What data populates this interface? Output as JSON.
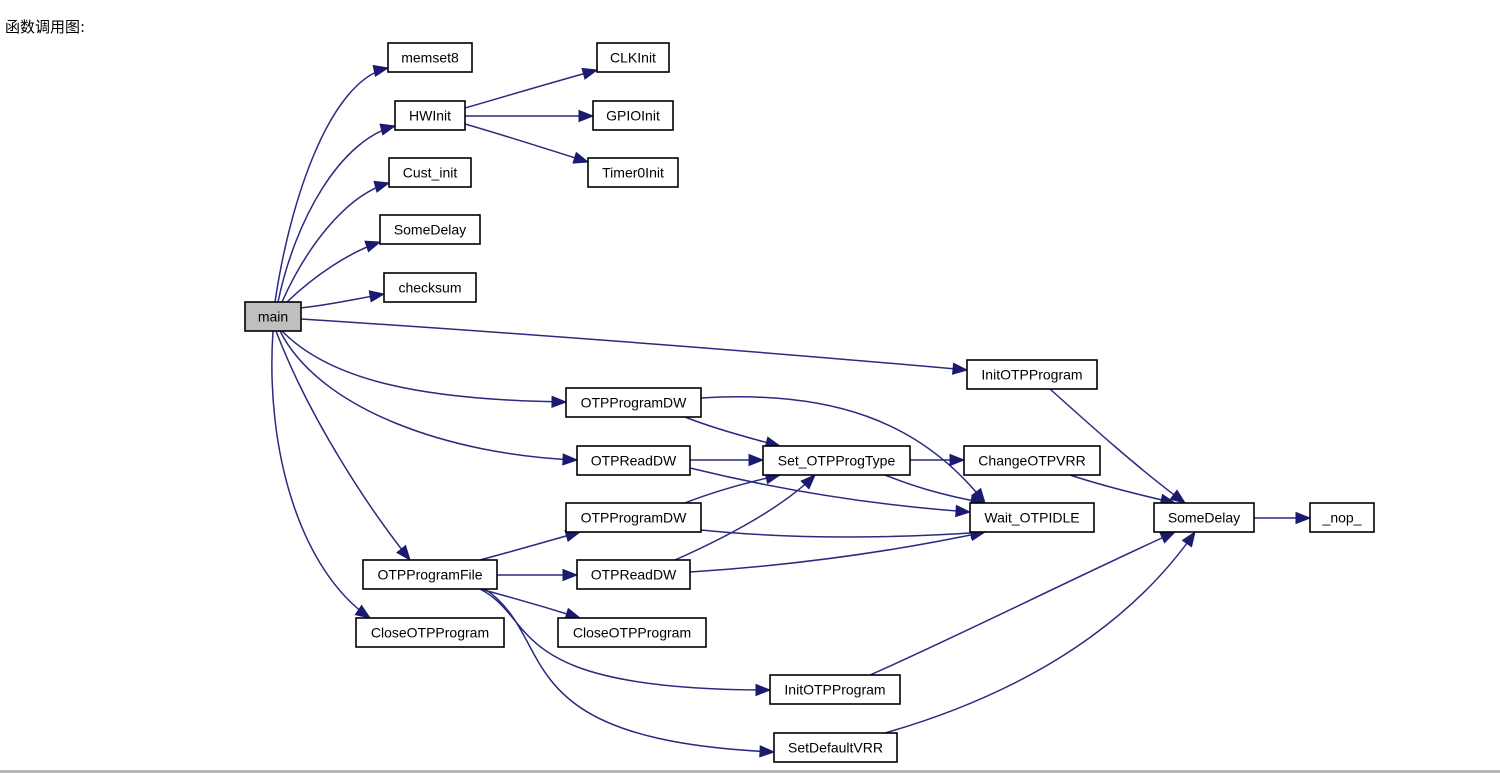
{
  "page": {
    "heading": "函数调用图:"
  },
  "colors": {
    "edge": "#2a2a80",
    "arrow": "#1a1a70",
    "root_fill": "#bfbfbf",
    "node_fill": "#ffffff"
  },
  "graph": {
    "nodes": [
      {
        "id": "main",
        "label": "main",
        "root": true
      },
      {
        "id": "memset8",
        "label": "memset8"
      },
      {
        "id": "hwinit",
        "label": "HWInit"
      },
      {
        "id": "custinit",
        "label": "Cust_init"
      },
      {
        "id": "somedelay1",
        "label": "SomeDelay"
      },
      {
        "id": "checksum",
        "label": "checksum"
      },
      {
        "id": "clkinit",
        "label": "CLKInit"
      },
      {
        "id": "gpioinit",
        "label": "GPIOInit"
      },
      {
        "id": "timer0init",
        "label": "Timer0Init"
      },
      {
        "id": "initotp1",
        "label": "InitOTPProgram"
      },
      {
        "id": "otpprogdw1",
        "label": "OTPProgramDW"
      },
      {
        "id": "otpreaddw1",
        "label": "OTPReadDW"
      },
      {
        "id": "setprogtype",
        "label": "Set_OTPProgType"
      },
      {
        "id": "changevrr",
        "label": "ChangeOTPVRR"
      },
      {
        "id": "waitidle",
        "label": "Wait_OTPIDLE"
      },
      {
        "id": "somedelay2",
        "label": "SomeDelay"
      },
      {
        "id": "nop",
        "label": "_nop_"
      },
      {
        "id": "otpprogdw2",
        "label": "OTPProgramDW"
      },
      {
        "id": "otpprogfile",
        "label": "OTPProgramFile"
      },
      {
        "id": "otpreaddw2",
        "label": "OTPReadDW"
      },
      {
        "id": "closeotp1",
        "label": "CloseOTPProgram"
      },
      {
        "id": "closeotp2",
        "label": "CloseOTPProgram"
      },
      {
        "id": "initotp2",
        "label": "InitOTPProgram"
      },
      {
        "id": "setdefvrr",
        "label": "SetDefaultVRR"
      }
    ],
    "edges": [
      {
        "from": "main",
        "to": "memset8"
      },
      {
        "from": "main",
        "to": "hwinit"
      },
      {
        "from": "main",
        "to": "custinit"
      },
      {
        "from": "main",
        "to": "somedelay1"
      },
      {
        "from": "main",
        "to": "checksum"
      },
      {
        "from": "main",
        "to": "initotp1"
      },
      {
        "from": "main",
        "to": "otpprogdw1"
      },
      {
        "from": "main",
        "to": "otpreaddw1"
      },
      {
        "from": "main",
        "to": "otpprogfile"
      },
      {
        "from": "main",
        "to": "closeotp1"
      },
      {
        "from": "hwinit",
        "to": "clkinit"
      },
      {
        "from": "hwinit",
        "to": "gpioinit"
      },
      {
        "from": "hwinit",
        "to": "timer0init"
      },
      {
        "from": "initotp1",
        "to": "somedelay2"
      },
      {
        "from": "otpprogdw1",
        "to": "setprogtype"
      },
      {
        "from": "otpprogdw1",
        "to": "waitidle"
      },
      {
        "from": "otpreaddw1",
        "to": "setprogtype"
      },
      {
        "from": "otpreaddw1",
        "to": "waitidle"
      },
      {
        "from": "setprogtype",
        "to": "changevrr"
      },
      {
        "from": "setprogtype",
        "to": "waitidle"
      },
      {
        "from": "changevrr",
        "to": "somedelay2"
      },
      {
        "from": "somedelay2",
        "to": "nop"
      },
      {
        "from": "otpprogdw2",
        "to": "setprogtype"
      },
      {
        "from": "otpprogdw2",
        "to": "waitidle"
      },
      {
        "from": "otpreaddw2",
        "to": "setprogtype"
      },
      {
        "from": "otpreaddw2",
        "to": "waitidle"
      },
      {
        "from": "otpprogfile",
        "to": "otpprogdw2"
      },
      {
        "from": "otpprogfile",
        "to": "otpreaddw2"
      },
      {
        "from": "otpprogfile",
        "to": "closeotp2"
      },
      {
        "from": "otpprogfile",
        "to": "initotp2"
      },
      {
        "from": "otpprogfile",
        "to": "setdefvrr"
      },
      {
        "from": "initotp2",
        "to": "somedelay2"
      },
      {
        "from": "setdefvrr",
        "to": "somedelay2"
      }
    ]
  }
}
